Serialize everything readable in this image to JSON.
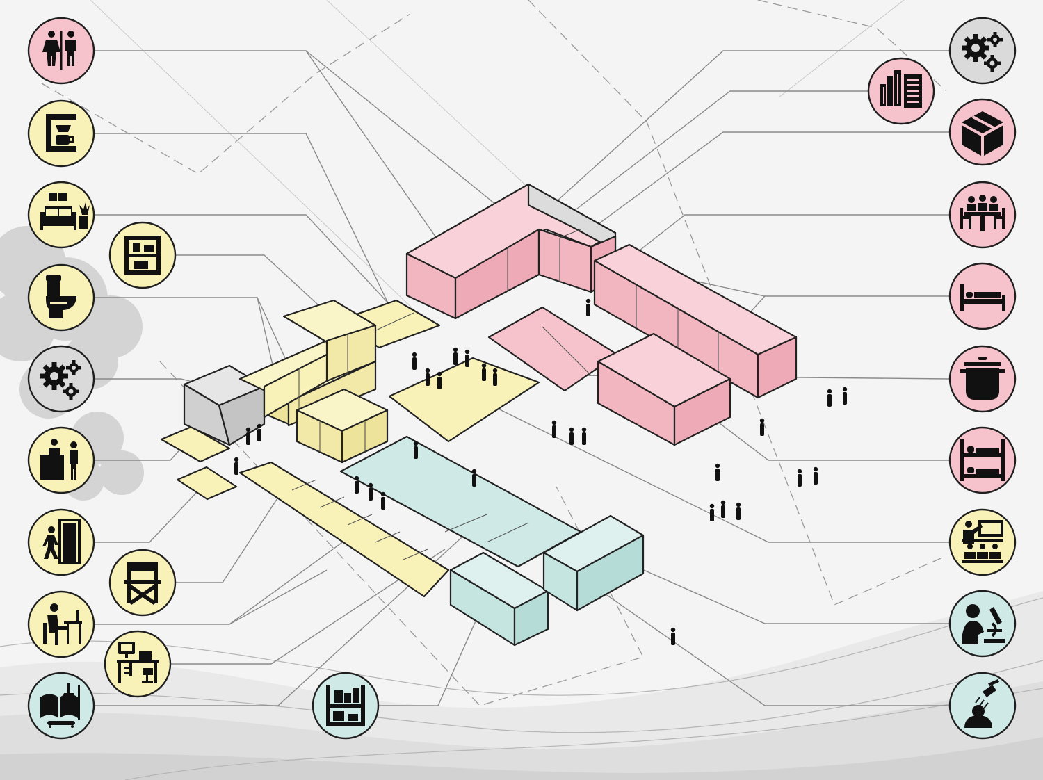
{
  "colors": {
    "pink": "#f6c3cc",
    "pink_top": "#f9d2d9",
    "pink_side": "#eeaab6",
    "yellow": "#f8f2b8",
    "yellow_side": "#ede39a",
    "gray": "#dadada",
    "gray_side": "#c8c8c8",
    "teal": "#cfe9e6",
    "teal_side": "#b5dcd7",
    "background": "#f4f4f4"
  },
  "legend_icons": {
    "left": [
      {
        "icon": "restroom-icon",
        "color": "pink"
      },
      {
        "icon": "coffee-machine-icon",
        "color": "yellow"
      },
      {
        "icon": "lounge-sofa-icon",
        "color": "yellow"
      },
      {
        "icon": "storage-shelf-icon",
        "color": "yellow"
      },
      {
        "icon": "toilet-icon",
        "color": "yellow"
      },
      {
        "icon": "mechanical-gears-icon",
        "color": "gray"
      },
      {
        "icon": "reception-desk-icon",
        "color": "yellow"
      },
      {
        "icon": "entrance-door-icon",
        "color": "yellow"
      },
      {
        "icon": "directors-chair-icon",
        "color": "yellow"
      },
      {
        "icon": "workstation-icon",
        "color": "yellow"
      },
      {
        "icon": "computer-lab-icon",
        "color": "yellow"
      },
      {
        "icon": "library-book-icon",
        "color": "teal"
      },
      {
        "icon": "archive-shelf-icon",
        "color": "teal"
      }
    ],
    "right": [
      {
        "icon": "mechanical-gears-icon",
        "color": "gray"
      },
      {
        "icon": "city-office-icon",
        "color": "pink"
      },
      {
        "icon": "storage-box-icon",
        "color": "pink"
      },
      {
        "icon": "meeting-table-icon",
        "color": "pink"
      },
      {
        "icon": "bedroom-icon",
        "color": "pink"
      },
      {
        "icon": "cooking-pot-icon",
        "color": "pink"
      },
      {
        "icon": "bunk-bed-icon",
        "color": "pink"
      },
      {
        "icon": "classroom-icon",
        "color": "yellow"
      },
      {
        "icon": "lab-microscope-icon",
        "color": "teal"
      },
      {
        "icon": "shower-icon",
        "color": "teal"
      }
    ]
  }
}
